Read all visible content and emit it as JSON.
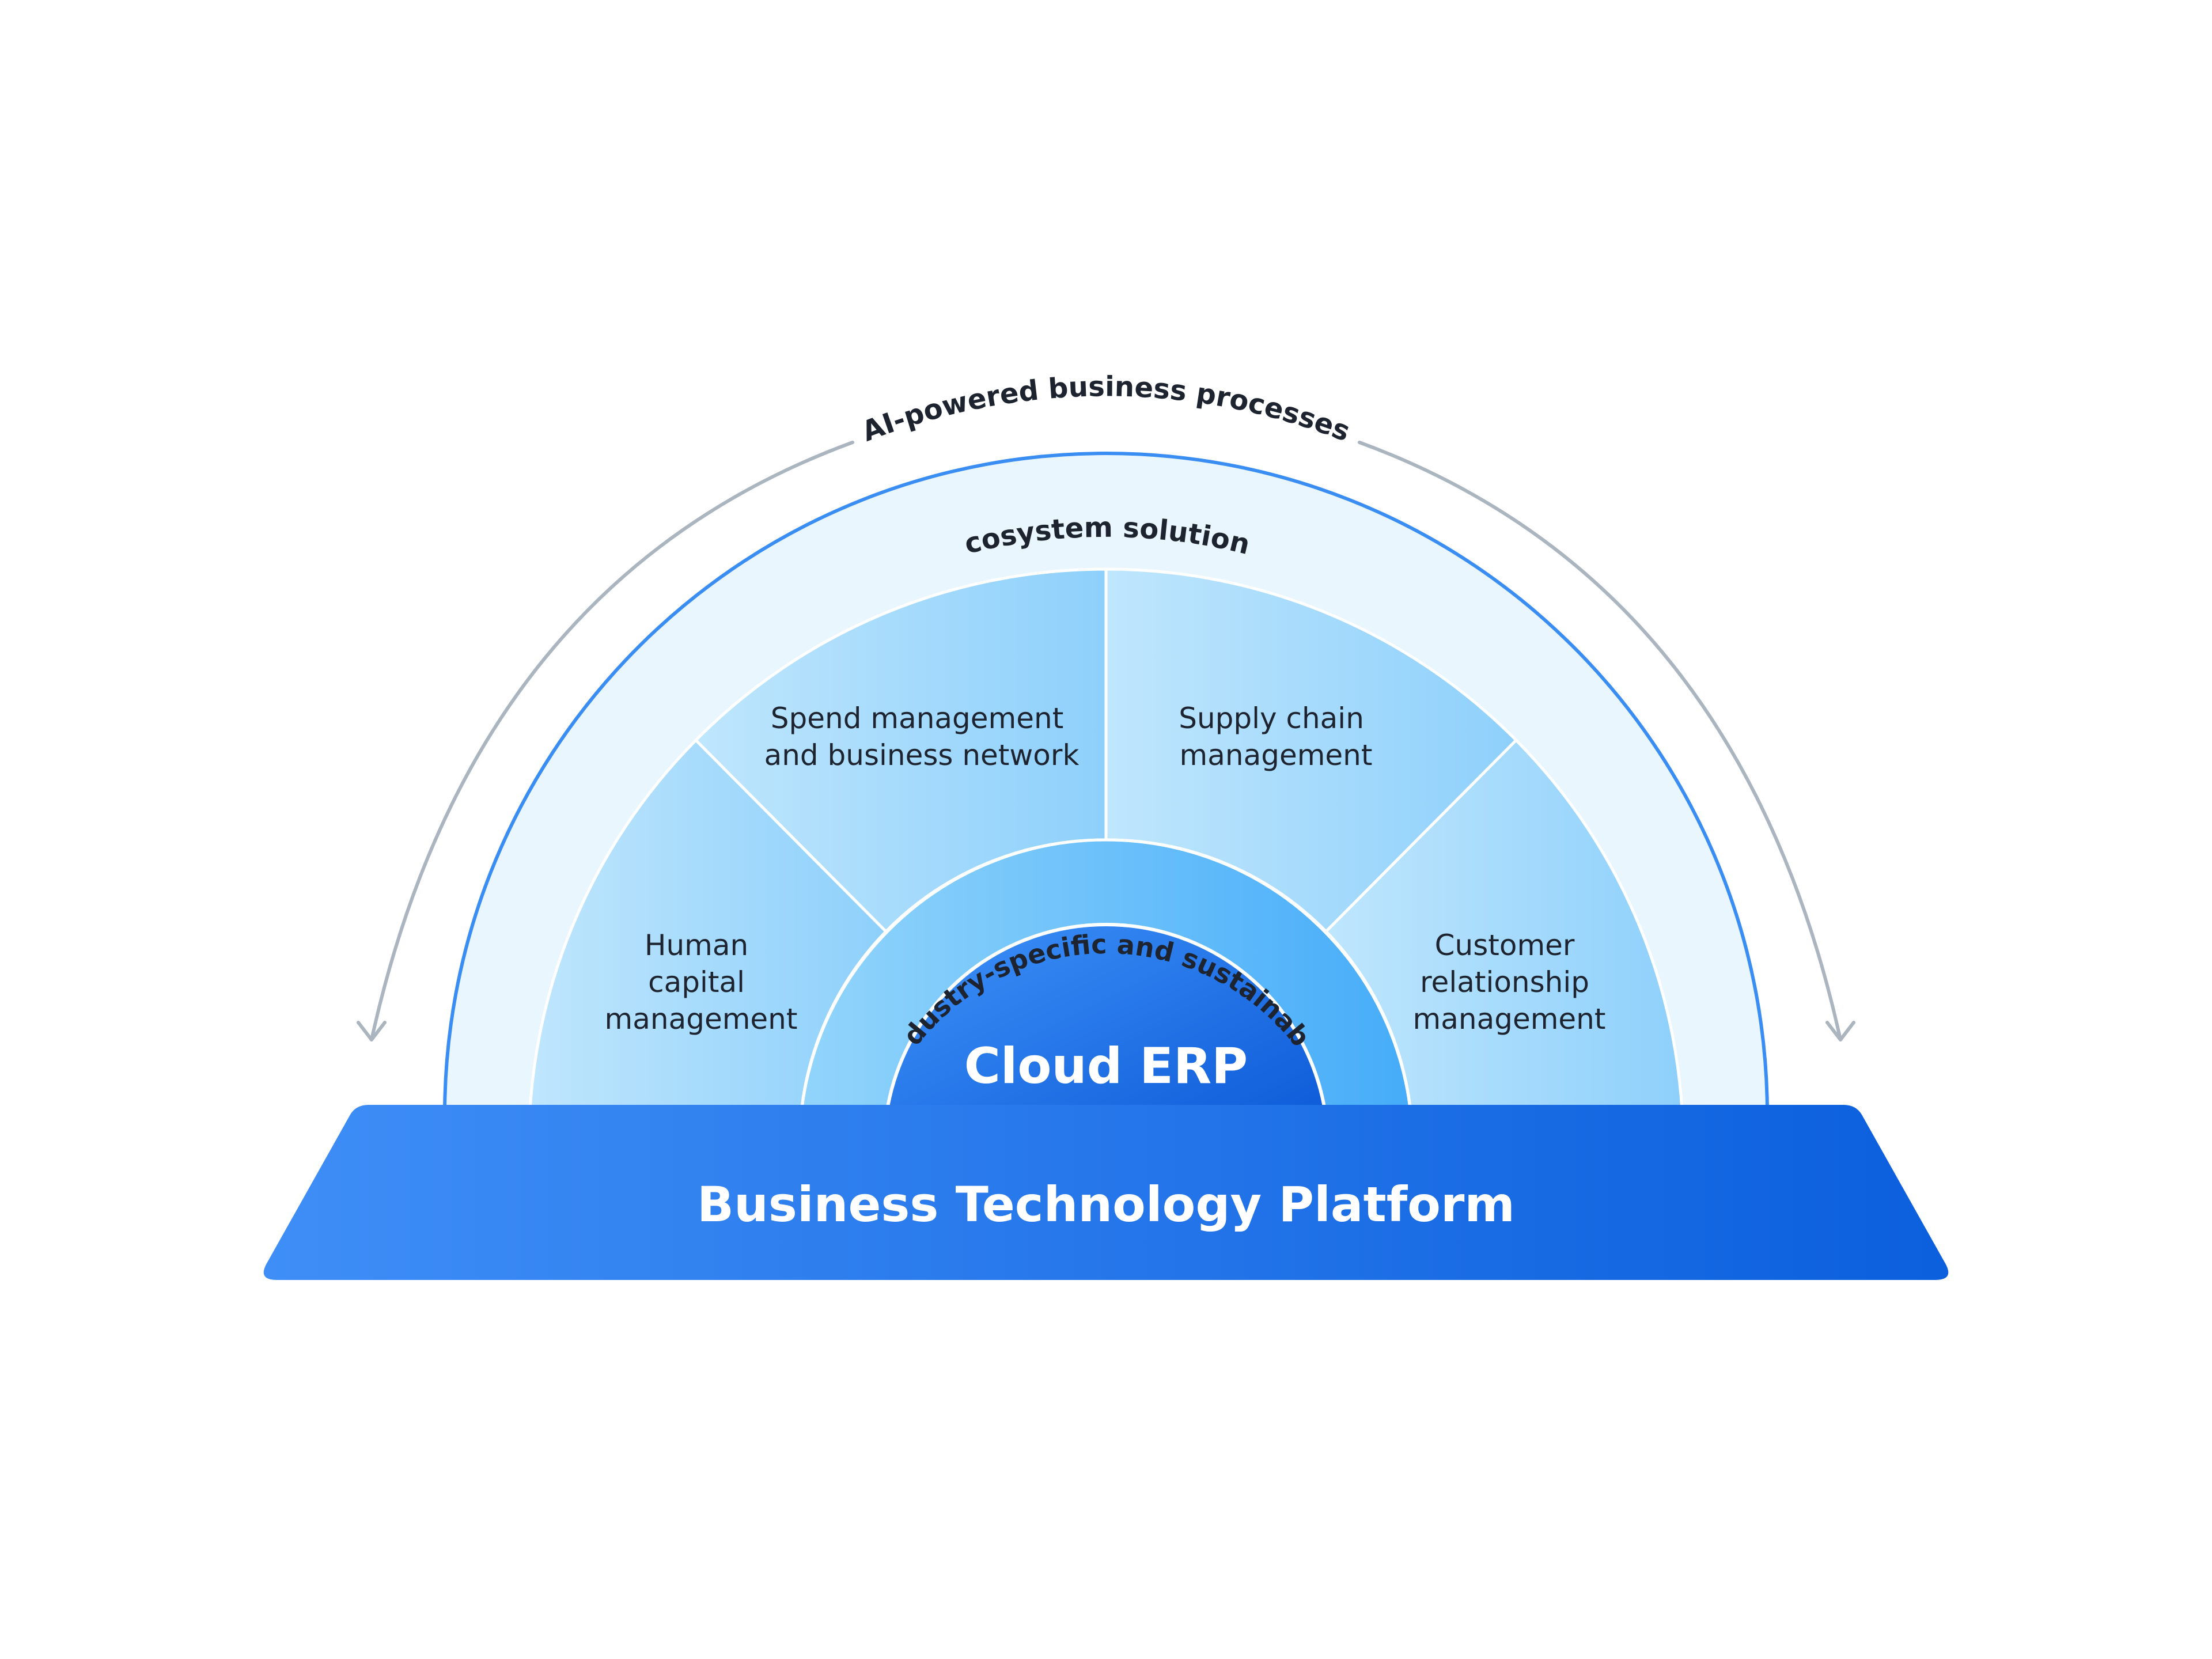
{
  "diagram": {
    "outer_arc_label": "AI-powered business processes",
    "ecosystem_label": "Ecosystem solutions",
    "industry_label": "Industry-specific and sustainable",
    "core_label": "Cloud ERP",
    "platform_label": "Business Technology Platform",
    "segments": [
      {
        "id": "hcm",
        "lines": [
          "Human",
          "capital",
          "management"
        ]
      },
      {
        "id": "spend",
        "lines": [
          "Spend management",
          "and business network"
        ]
      },
      {
        "id": "scm",
        "lines": [
          "Supply chain",
          "management"
        ]
      },
      {
        "id": "crm",
        "lines": [
          "Customer",
          "relationship",
          "management"
        ]
      }
    ]
  },
  "colors": {
    "platform_start": "#3f8ef7",
    "platform_end": "#0c5fdd",
    "ecosystem_fill": "#eaf6fe",
    "ecosystem_stroke": "#3a8df2",
    "segment_light": "#bde5fd",
    "segment_dark": "#8fd1fb",
    "industry_start": "#8ed3fb",
    "industry_end": "#49aef9",
    "core_start": "#3a8ff8",
    "core_end": "#0c5cdb",
    "arrow_gray": "#aab5c0",
    "label_dark": "#1d2430",
    "white": "#ffffff"
  }
}
